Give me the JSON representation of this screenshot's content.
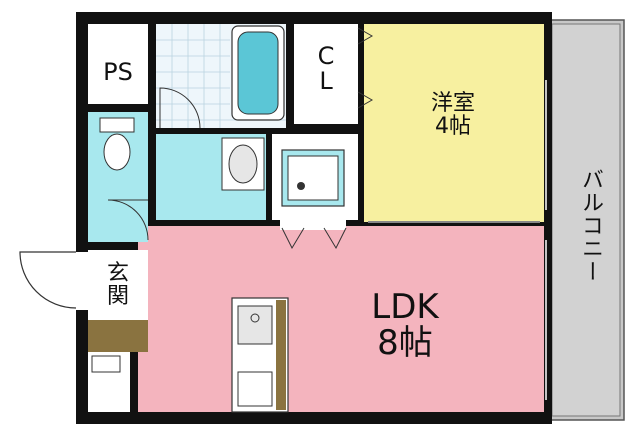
{
  "floorplan": {
    "rooms": [
      {
        "id": "ps",
        "label": "PS"
      },
      {
        "id": "cl",
        "label_line1": "C",
        "label_line2": "L"
      },
      {
        "id": "western_room",
        "label_line1": "洋室",
        "label_line2": "4帖"
      },
      {
        "id": "balcony",
        "label": "バルコニー"
      },
      {
        "id": "entrance",
        "label_line1": "玄",
        "label_line2": "関"
      },
      {
        "id": "ldk",
        "label_line1": "LDK",
        "label_line2": "8帖"
      }
    ],
    "colors": {
      "wall": "#111111",
      "ldk": "#f4b4be",
      "western_room": "#f7f0a0",
      "wet_area": "#a8e8ee",
      "balcony": "#c8c8c8",
      "entrance_floor": "#8a7340",
      "bath_fixture": "#5bc6d6"
    }
  }
}
